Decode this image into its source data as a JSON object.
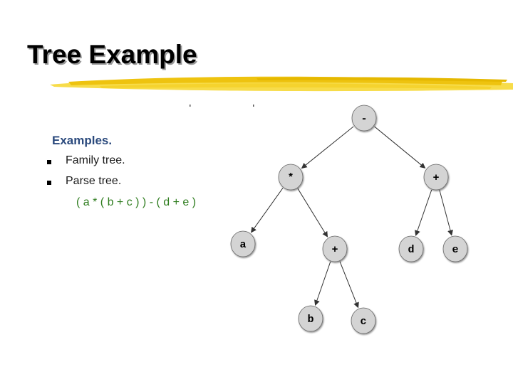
{
  "slide": {
    "title": "Tree Example",
    "title_underline_color": "#f2cc1f"
  },
  "content": {
    "heading": "Examples.",
    "heading_color": "#2b4a7d",
    "bullets": [
      {
        "icon": "square-bullet-icon",
        "text": "Family tree."
      },
      {
        "icon": "square-bullet-icon",
        "text": "Parse tree."
      }
    ],
    "expression": "( a * ( b + c ) ) - ( d + e )",
    "expression_color": "#2f7d1f"
  },
  "tree": {
    "nodes": [
      {
        "id": "root",
        "label": "-",
        "parent": null
      },
      {
        "id": "mul",
        "label": "*",
        "parent": "root"
      },
      {
        "id": "plus_right",
        "label": "+",
        "parent": "root"
      },
      {
        "id": "a",
        "label": "a",
        "parent": "mul"
      },
      {
        "id": "plus_inner",
        "label": "+",
        "parent": "mul"
      },
      {
        "id": "d",
        "label": "d",
        "parent": "plus_right"
      },
      {
        "id": "e",
        "label": "e",
        "parent": "plus_right"
      },
      {
        "id": "b",
        "label": "b",
        "parent": "plus_inner"
      },
      {
        "id": "c",
        "label": "c",
        "parent": "plus_inner"
      }
    ],
    "node_fill": "#d4d4d4"
  }
}
